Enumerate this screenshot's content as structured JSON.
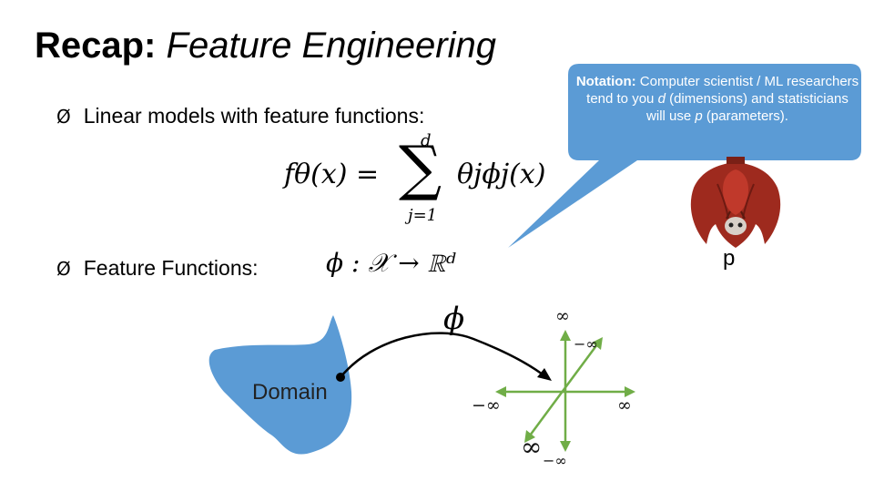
{
  "title": {
    "bold": "Recap:",
    "italic": "Feature Engineering"
  },
  "bullets": [
    {
      "marker": "Ø",
      "text": "Linear models with feature functions:"
    },
    {
      "marker": "Ø",
      "text": "Feature Functions:"
    }
  ],
  "equation": {
    "lhs": "fθ(x) =",
    "upper": "d",
    "sum": "∑",
    "lower": "j=1",
    "rhs": "θjϕj(x)"
  },
  "mapping": {
    "text": "ϕ :  𝒳  → ℝᵈ"
  },
  "callout": {
    "bold": "Notation:",
    "rest_1": " Computer scientist / ML researchers tend to you ",
    "d": "d",
    "rest_2": " (dimensions) and statisticians will use ",
    "p": "p",
    "rest_3": " (parameters).",
    "color": "#5b9bd5"
  },
  "bat_label": "p",
  "domain": {
    "label": "Domain",
    "color": "#5b9bd5"
  },
  "phi_label": "ϕ",
  "axes": {
    "color": "#70ad47",
    "labels": {
      "top_pos": "∞",
      "top_neg": "−∞",
      "right_pos": "∞",
      "left_neg": "−∞",
      "bottom_big": "∞",
      "bottom_neg": "−∞"
    }
  }
}
